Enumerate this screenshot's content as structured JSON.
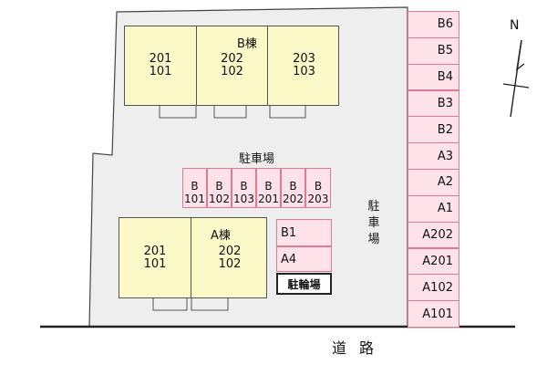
{
  "building_b": {
    "name": "B棟",
    "units": [
      {
        "upper": "201",
        "lower": "101"
      },
      {
        "upper": "202",
        "lower": "102"
      },
      {
        "upper": "203",
        "lower": "103"
      }
    ]
  },
  "building_a": {
    "name": "A棟",
    "units": [
      {
        "upper": "201",
        "lower": "101"
      },
      {
        "upper": "202",
        "lower": "102"
      }
    ]
  },
  "parking_center": {
    "label": "駐車場",
    "stalls": [
      {
        "top": "B",
        "bottom": "101"
      },
      {
        "top": "B",
        "bottom": "102"
      },
      {
        "top": "B",
        "bottom": "103"
      },
      {
        "top": "B",
        "bottom": "201"
      },
      {
        "top": "B",
        "bottom": "202"
      },
      {
        "top": "B",
        "bottom": "203"
      }
    ]
  },
  "parking_small": [
    "B1",
    "A4"
  ],
  "bicycle_parking": "駐輪場",
  "parking_right": {
    "label": "駐車場",
    "stalls": [
      "B6",
      "B5",
      "B4",
      "B3",
      "B2",
      "A3",
      "A2",
      "A1",
      "A202",
      "A201",
      "A102",
      "A101"
    ]
  },
  "road": "道路",
  "north": "N",
  "colors": {
    "building_fill": "#fbf9c8",
    "stall_fill": "#fde2ea",
    "stall_border": "#e07a93",
    "site_fill": "#eeeeee"
  }
}
